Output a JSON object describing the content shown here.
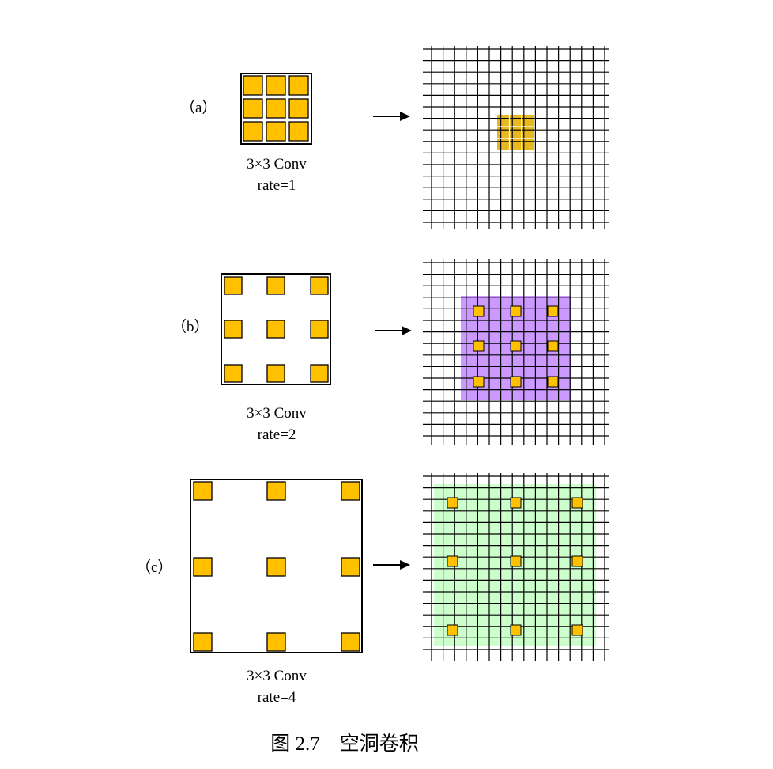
{
  "caption": "图 2.7　空洞卷积",
  "colors": {
    "kernel_fill": "#FFC000",
    "receptive_b": "#CC99FF",
    "receptive_c": "#CCFFCC",
    "line": "#000000"
  },
  "panels": [
    {
      "id": "a",
      "tag": "（a）",
      "conv_label": "3×3 Conv",
      "rate_label": "rate=1",
      "rate": 1
    },
    {
      "id": "b",
      "tag": "（b）",
      "conv_label": "3×3 Conv",
      "rate_label": "rate=2",
      "rate": 2
    },
    {
      "id": "c",
      "tag": "（c）",
      "conv_label": "3×3 Conv",
      "rate_label": "rate=4",
      "rate": 4
    }
  ],
  "icons": {
    "arrow": "right-arrow-icon"
  }
}
